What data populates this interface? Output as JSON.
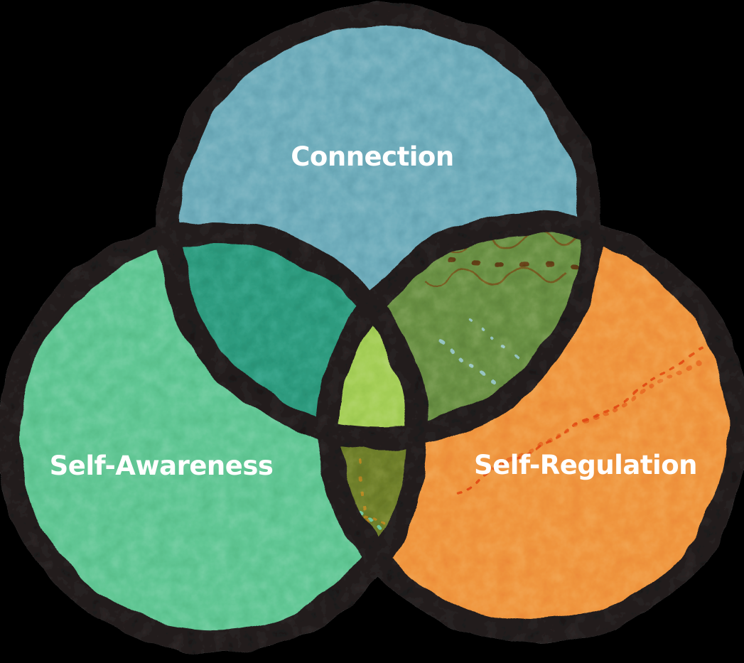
{
  "diagram": {
    "type": "venn-3-circle",
    "background": "#000000",
    "outline_color": "#221e1f",
    "label_color": "#ffffff",
    "circles": [
      {
        "id": "connection",
        "label": "Connection",
        "fill": "#6fadbc"
      },
      {
        "id": "self-awareness",
        "label": "Self-Awareness",
        "fill": "#62c795"
      },
      {
        "id": "self-regulation",
        "label": "Self-Regulation",
        "fill": "#f0973f"
      }
    ],
    "overlaps": {
      "connection_awareness": {
        "regions": [
          "Connection",
          "Self-Awareness"
        ],
        "fill": "#2d9c80"
      },
      "connection_regulation": {
        "regions": [
          "Connection",
          "Self-Regulation"
        ],
        "fill": "#6b9144"
      },
      "awareness_regulation": {
        "regions": [
          "Self-Awareness",
          "Self-Regulation"
        ],
        "fill": "#6e7f2c"
      },
      "center": {
        "regions": [
          "Connection",
          "Self-Awareness",
          "Self-Regulation"
        ],
        "fill": "#a6cf58"
      }
    },
    "textures": {
      "squiggle_brown": "#7c4514",
      "dot_dark_brown": "#5f2d0c",
      "speckle_red": "#e2490f",
      "speckle_blue": "#a3d2e4",
      "speckle_teal": "#74d6b6",
      "speckle_orange": "#c8891f"
    }
  }
}
